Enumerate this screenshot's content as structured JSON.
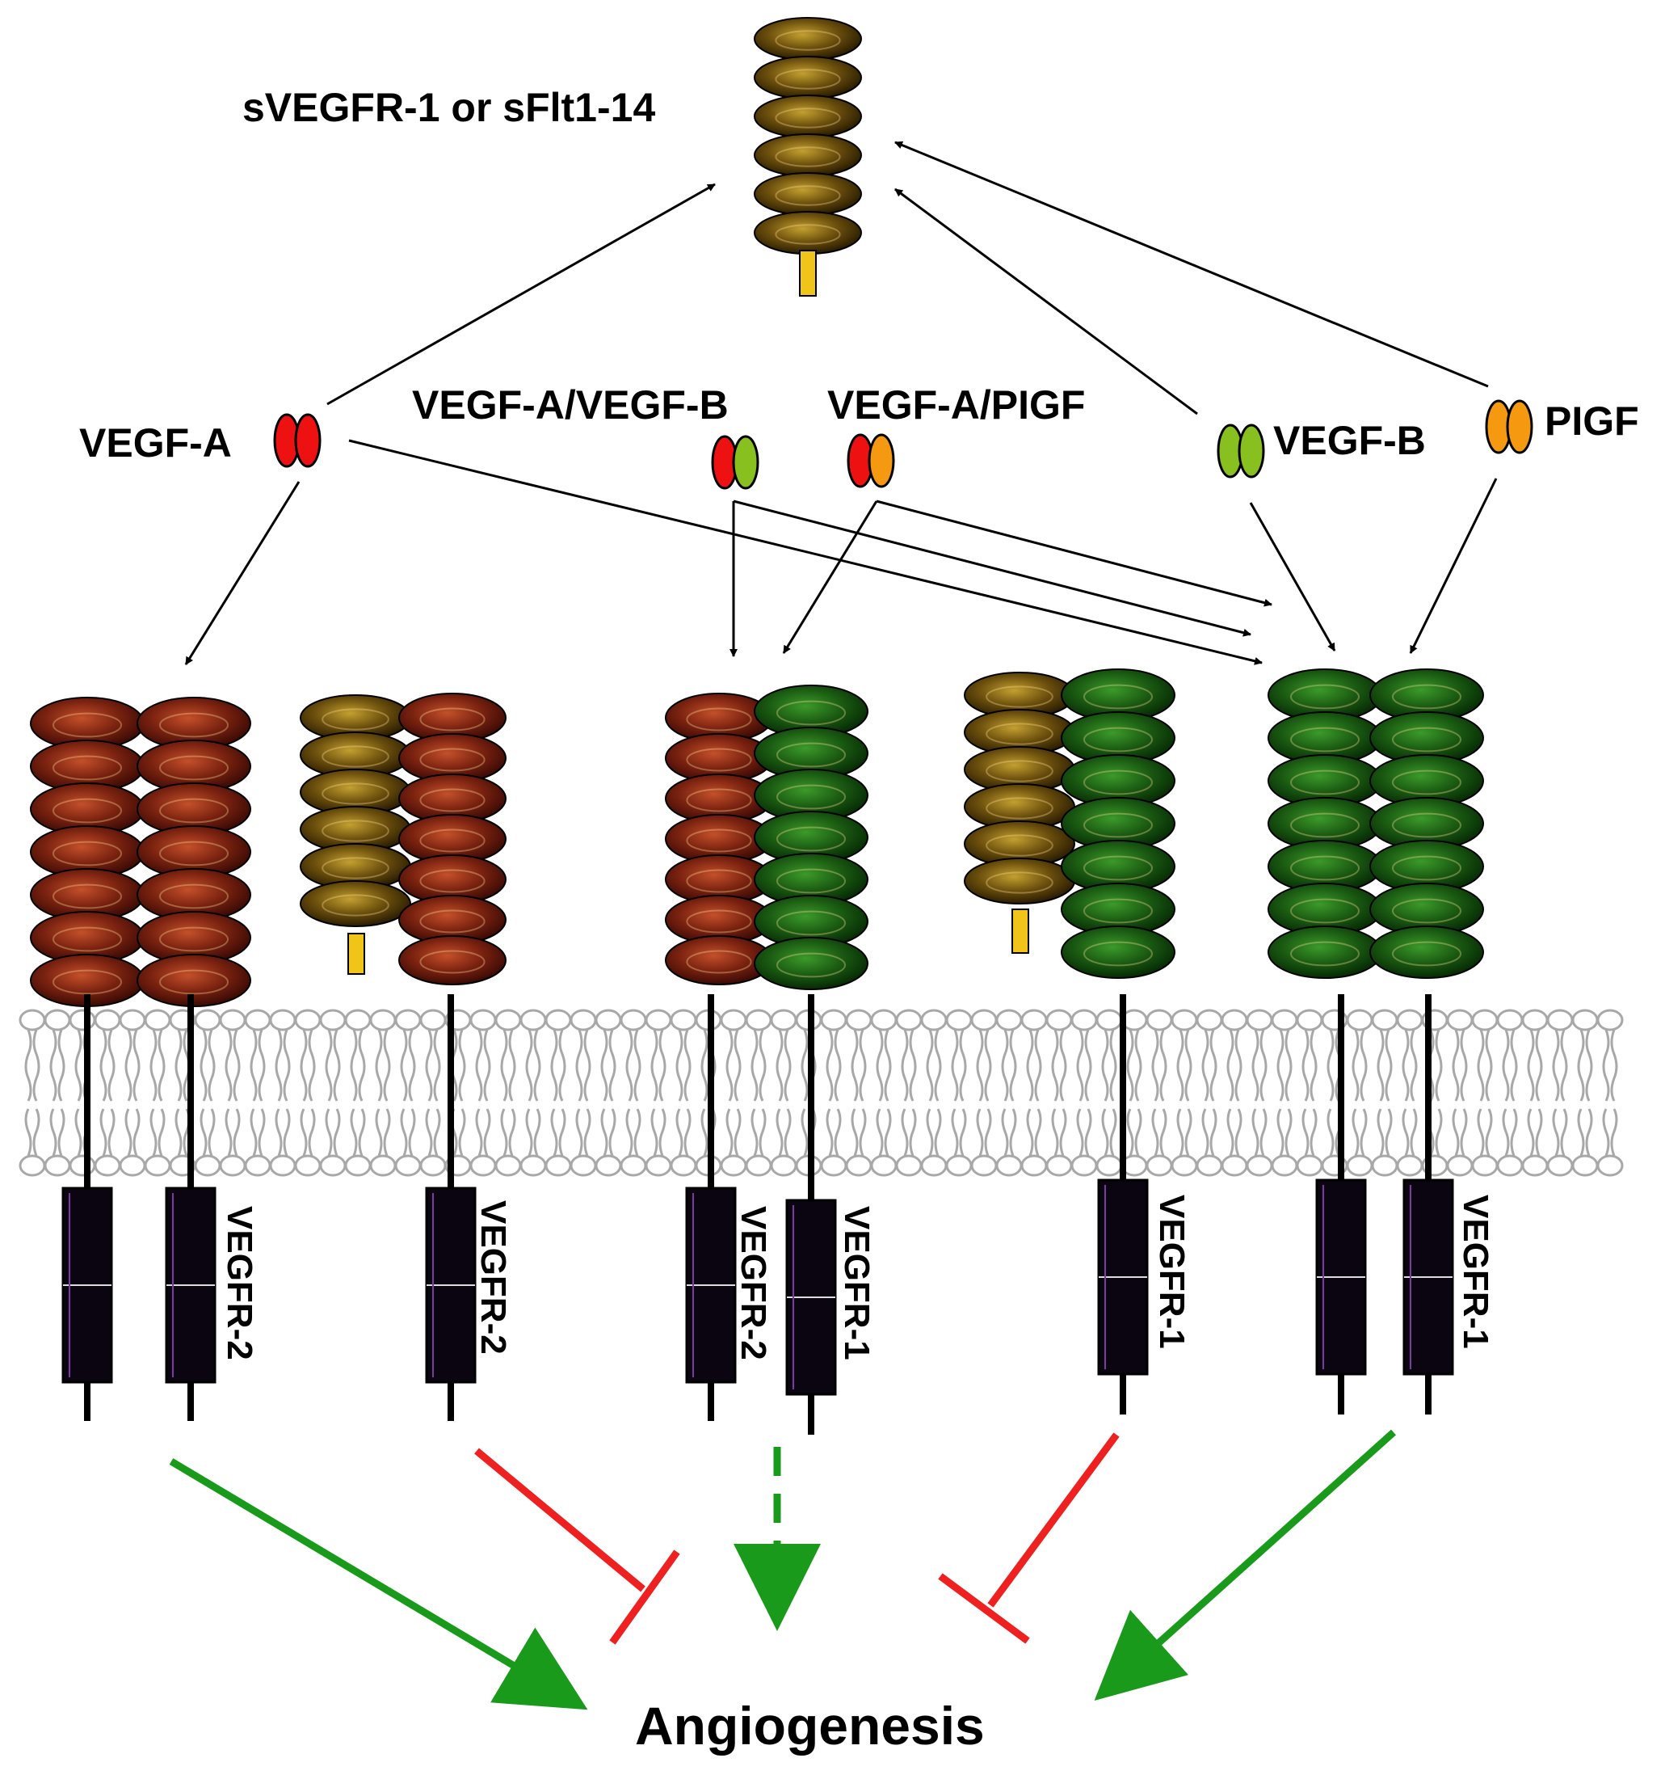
{
  "labels": {
    "soluble_receptor": "sVEGFR-1 or sFlt1-14",
    "vegf_a": "VEGF-A",
    "vegf_a_vegf_b": "VEGF-A/VEGF-B",
    "vegf_a_pigf": "VEGF-A/PIGF",
    "vegf_b": "VEGF-B",
    "pigf": "PIGF",
    "vegfr2": "VEGFR-2",
    "vegfr1": "VEGFR-1",
    "outcome": "Angiogenesis"
  },
  "colors": {
    "vegfr2_domain": "#6e1a0c",
    "vegfr1_domain": "#1a5a12",
    "soluble_domain": "#5a4208",
    "vegf_a": "#ee1111",
    "vegf_b": "#88c020",
    "pigf": "#f59a10",
    "stimulate": "#1a9a1a",
    "inhibit": "#ee2020",
    "membrane": "#a8a8a8",
    "tm_anchor": "#f0c418",
    "kinase": "#0a0510"
  }
}
